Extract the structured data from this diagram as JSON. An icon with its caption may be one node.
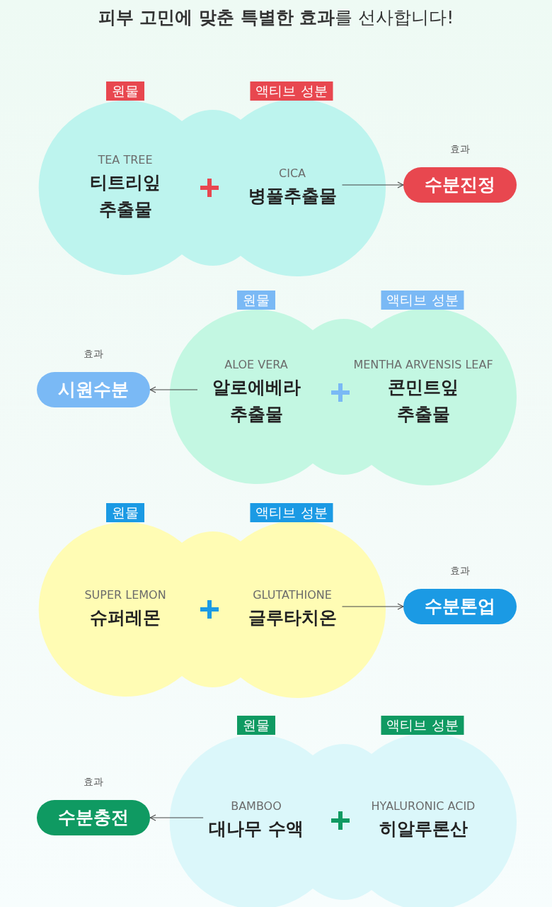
{
  "diagram": {
    "title": "**피부 고민에 맞춘 특별한 효과**를 선사합니다!",
    "nodes": [
      {
        "text": [
          "원물"
        ]
      },
      {
        "text": [
          "액티브 성분"
        ]
      },
      {
        "text": [],
        "shape": "cloud"
      },
      {
        "text": [
          "TEA TREE",
          "티트리잎 추출물"
        ],
        "in": 2
      },
      {
        "text": [
          "CICA",
          "병풀추출물"
        ],
        "in": 2
      },
      {
        "text": [
          "효과",
          "수분진정"
        ]
      },
      {
        "text": [
          "원물"
        ]
      },
      {
        "text": [
          "액티브 성분"
        ]
      },
      {
        "text": [],
        "shape": "cloud"
      },
      {
        "text": [
          "ALOE VERA",
          "알로에베라 추출물"
        ],
        "in": 8
      },
      {
        "text": [
          "MENTHA ARVENSIS LEAF",
          "콘민트잎 추출물"
        ],
        "in": 8
      },
      {
        "text": [
          "효과",
          "시원수분"
        ]
      },
      {
        "text": [
          "원물"
        ]
      },
      {
        "text": [
          "액티브 성분"
        ]
      },
      {
        "text": [],
        "shape": "cloud"
      },
      {
        "text": [
          "SUPER LEMON",
          "슈퍼레몬"
        ],
        "in": 14
      },
      {
        "text": [
          "GLUTATHIONE",
          "글루타치온"
        ],
        "in": 14
      },
      {
        "text": [
          "효과",
          "수분톤업"
        ]
      },
      {
        "text": [
          "원물"
        ]
      },
      {
        "text": [
          "액티브 성분"
        ]
      },
      {
        "text": [],
        "shape": "cloud"
      },
      {
        "text": [
          "BAMBOO",
          "대나무 수액"
        ],
        "in": 20
      },
      {
        "text": [
          "HYALURONIC ACID",
          "히알루론산"
        ],
        "in": 20
      },
      {
        "text": [
          "효과",
          "수분충전"
        ]
      }
    ],
    "edges": [
      {
        "from": 4,
        "to": 5,
        "arrow": "to"
      },
      {
        "from": 9,
        "to": 11,
        "arrow": "to"
      },
      {
        "from": 16,
        "to": 17,
        "arrow": "to"
      },
      {
        "from": 21,
        "to": 23,
        "arrow": "to"
      }
    ]
  }
}
